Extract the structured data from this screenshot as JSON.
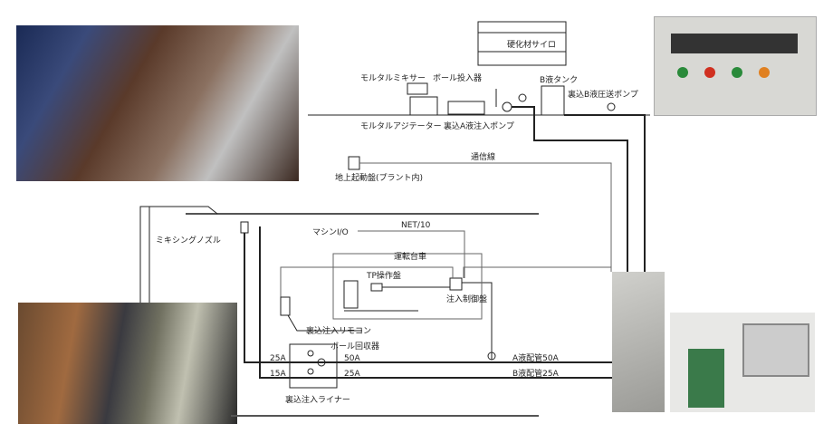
{
  "labels": {
    "silo": "硬化材サイロ",
    "mortar_mixer": "モルタルミキサー",
    "ball_injector": "ボール投入器",
    "b_tank": "B液タンク",
    "b_pump": "裏込B液圧送ポンプ",
    "mortar_agitator": "モルタルアジテーター",
    "a_pump": "裏込A液注入ポンプ",
    "comm_line": "通信線",
    "ground_panel": "地上起動盤(プラント内)",
    "mixing_nozzle": "ミキシングノズル",
    "machine_io": "マシンI/O",
    "net": "NET/10",
    "cart": "運転台車",
    "tp_panel": "TP操作盤",
    "control_panel": "注入制御盤",
    "remote": "裏込注入リモコン",
    "ball_collector": "ボール回収器",
    "size_a_in": "25A",
    "size_b_in": "15A",
    "size_a_out": "50A",
    "size_b_out": "25A",
    "liner": "裏込注入ライナー",
    "a_pipe": "A液配管50A",
    "b_pipe": "B液配管25A"
  }
}
